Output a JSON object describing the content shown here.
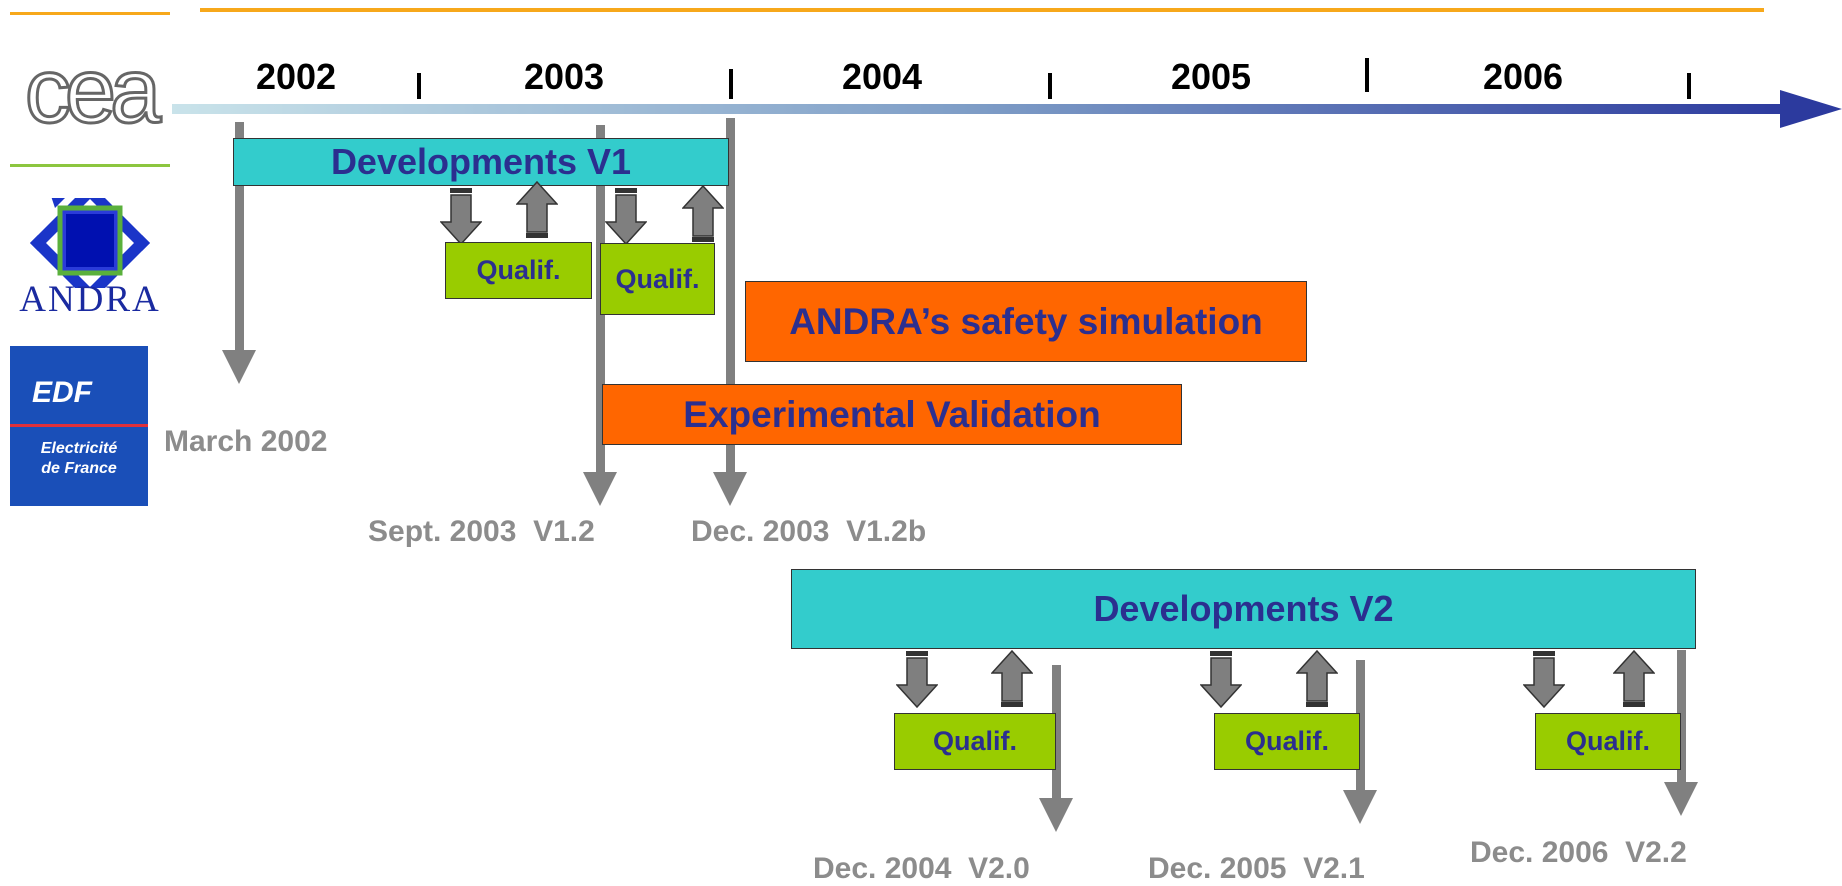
{
  "logos": {
    "cea": "cea",
    "andra": "ANDRA",
    "edf_title": "EDF",
    "edf_sub1": "Electricité",
    "edf_sub2": "de France"
  },
  "timeline": {
    "years": [
      "2002",
      "2003",
      "2004",
      "2005",
      "2006"
    ]
  },
  "phases": {
    "dev_v1": "Developments V1",
    "dev_v2": "Developments V2",
    "qualif": "Qualif.",
    "andra_safety": "ANDRA’s safety simulation",
    "exp_validation": "Experimental Validation"
  },
  "milestones": {
    "march_2002": "March 2002",
    "sept_2003": "Sept. 2003  V1.2",
    "dec_2003": "Dec. 2003  V1.2b",
    "dec_2004": "Dec. 2004  V2.0",
    "dec_2005": "Dec. 2005  V2.1",
    "dec_2006": "Dec. 2006  V2.2"
  },
  "colors": {
    "developments": "#33cccc",
    "qualif": "#99cc00",
    "orange": "#ff6600",
    "milestone": "#808080",
    "text_blue": "#2b2f8f",
    "top_rule": "#f7a81b"
  }
}
